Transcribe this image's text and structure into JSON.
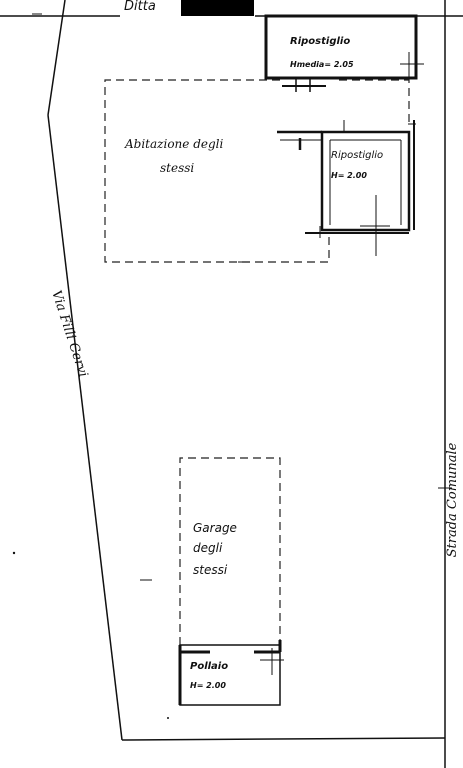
{
  "labels": {
    "top_edge": "Ditta",
    "storage_top_name": "Ripostiglio",
    "storage_top_height": "Hmedia= 2.05",
    "house_line1": "Abitazione degli",
    "house_line2": "stessi",
    "storage_right_name": "Ripostiglio",
    "storage_right_height": "H= 2.00",
    "street_left": "Via Filli Cervi",
    "street_right": "Strada Comunale",
    "garage_line1": "Garage",
    "garage_line2": "degli",
    "garage_line3": "stessi",
    "henhouse_name": "Pollaio",
    "henhouse_height": "H= 2.00"
  }
}
